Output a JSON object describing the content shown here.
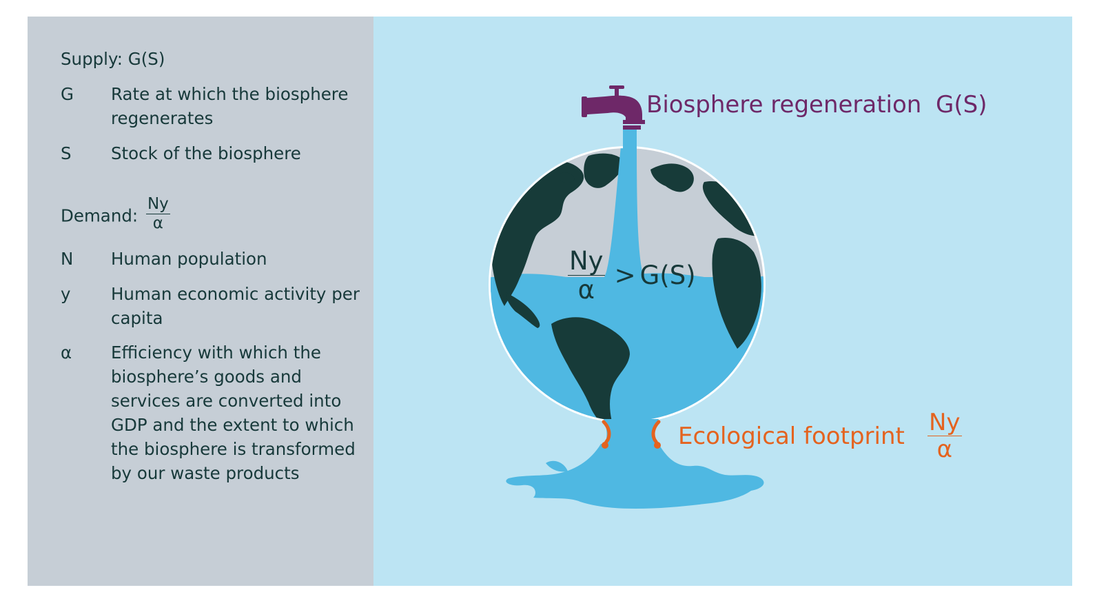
{
  "legend": {
    "supply_heading": "Supply: G(S)",
    "supply_items": [
      {
        "symbol": "G",
        "description": "Rate at which the biosphere regenerates"
      },
      {
        "symbol": "S",
        "description": "Stock of the biosphere"
      }
    ],
    "demand_heading": "Demand:",
    "demand_formula": {
      "numerator": "Ny",
      "denominator": "α"
    },
    "demand_items": [
      {
        "symbol": "N",
        "description": "Human population"
      },
      {
        "symbol": "y",
        "description": "Human economic activity per capita"
      },
      {
        "symbol": "α",
        "description": "Efficiency with which the biosphere’s goods and services are converted into GDP and the extent to which the biosphere is transformed by our waste products"
      }
    ]
  },
  "diagram": {
    "tap_label": "Biosphere regeneration",
    "tap_formula": "G(S)",
    "leak_label": "Ecological footprint",
    "leak_formula": {
      "numerator": "Ny",
      "denominator": "α"
    },
    "inequality": {
      "numerator": "Ny",
      "denominator": "α",
      "operator": ">",
      "rhs": "G(S)"
    },
    "colors": {
      "legend_background": "#c6ced6",
      "diagram_background": "#bce4f3",
      "water": "#4fb8e2",
      "land": "#173b39",
      "empty_globe": "#c6ced6",
      "tap": "#6e2868",
      "leak": "#e4631f",
      "text": "#17393a"
    }
  }
}
